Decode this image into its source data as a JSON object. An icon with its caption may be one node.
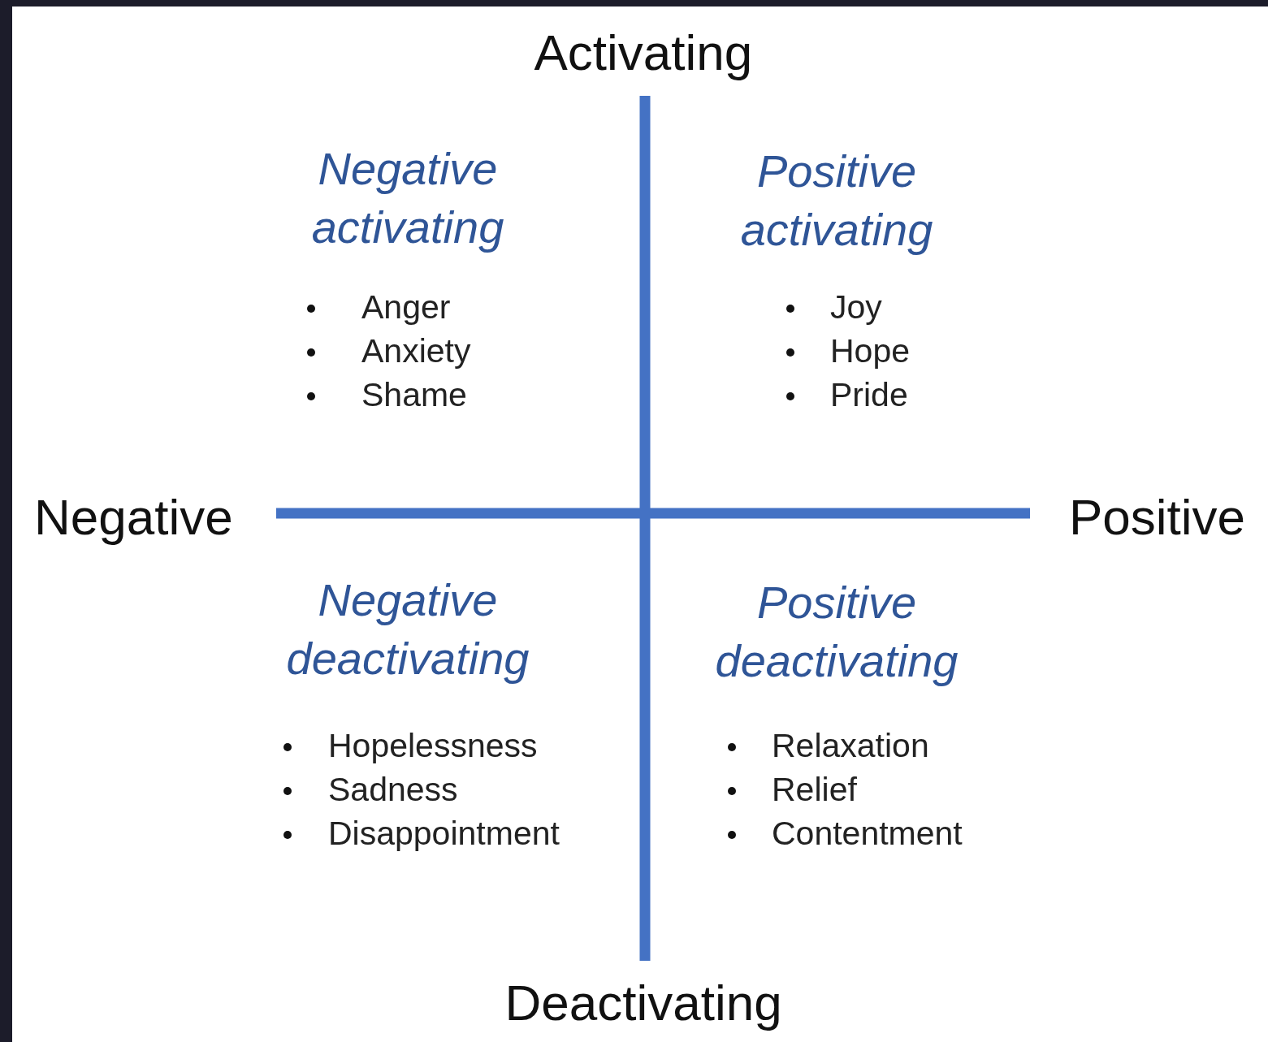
{
  "diagram": {
    "labels": [
      "Activating",
      "Negative activating",
      "Positive activating",
      "Anger",
      "Anxiety",
      "Shame",
      "Joy",
      "Hope",
      "Pride",
      "Negative",
      "Positive",
      "Negative deactivating",
      "Positive deactivating",
      "Hopelessness",
      "Sadness",
      "Disappointment",
      "Relaxation",
      "Relief",
      "Contentment",
      "Deactivating"
    ]
  }
}
